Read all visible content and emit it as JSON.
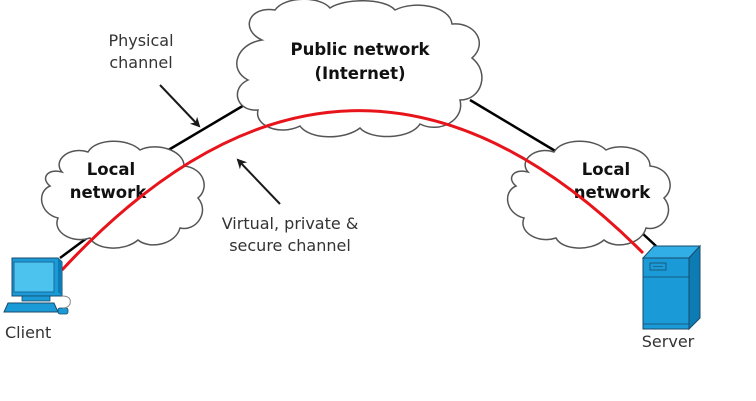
{
  "title": "VPN diagram",
  "nodes": {
    "client": {
      "label": "Client",
      "icon": "desktop-computer-icon"
    },
    "server": {
      "label": "Server",
      "icon": "server-tower-icon"
    }
  },
  "clouds": {
    "public": {
      "line1": "Public network",
      "line2": "(Internet)"
    },
    "local_left": {
      "line1": "Local",
      "line2": "network"
    },
    "local_right": {
      "line1": "Local",
      "line2": "network"
    }
  },
  "annotations": {
    "physical": {
      "line1": "Physical",
      "line2": "channel"
    },
    "virtual": {
      "line1": "Virtual, private &",
      "line2": "secure channel"
    }
  },
  "colors": {
    "virtual_channel": "#e8141b",
    "physical_channel": "#000000",
    "device_blue": "#1a9ad6",
    "device_light": "#4cc3ef",
    "cloud_stroke": "#555555"
  }
}
